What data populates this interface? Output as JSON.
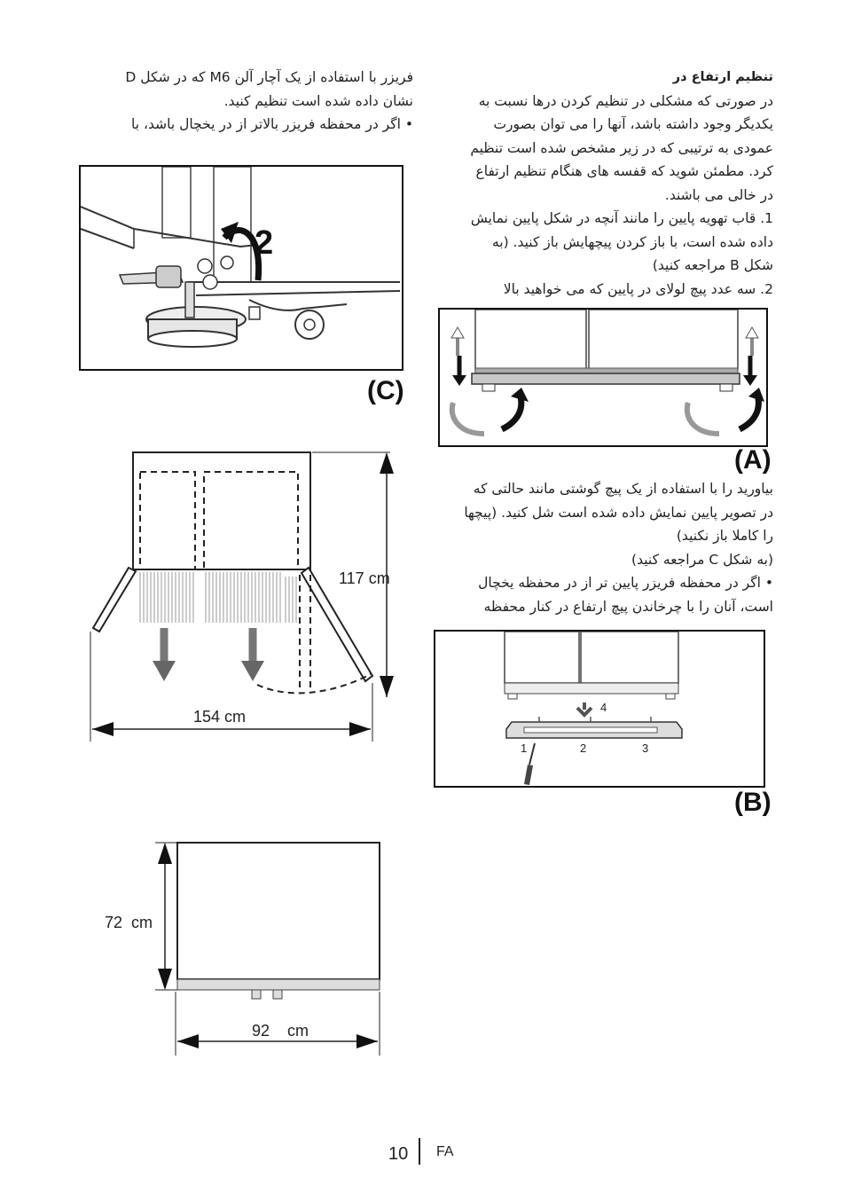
{
  "left_column": {
    "intro_lines": [
      "فریزر با استفاده از یک آچار آلن M6 که در شکل D",
      "نشان داده شده است تنظیم کنید."
    ],
    "bullet_line": "• اگر در محفظه فریزر بالاتر از در یخچال باشد، با"
  },
  "right_column": {
    "title": "تنظیم ارتفاع در",
    "para1_lines": [
      "در صورتی که مشکلی در تنظیم کردن درها نسبت به",
      "یکدیگر وجود داشته باشد، آنها را می توان بصورت",
      "عمودی به ترتیبی که در زیر مشخص شده است تنظیم",
      "کرد.  مطمئن شوید که قفسه های هنگام تنظیم ارتفاع",
      "در خالی می باشند."
    ],
    "step1_lines": [
      "1. قاب تهویه پایین را مانند آنچه در شکل پایین نمایش",
      "داده شده است، با باز کردن پیچهایش باز کنید. (به",
      "شکل B مراجعه کنید)"
    ],
    "step2_line": "2. سه عدد پیچ لولای در پایین که می خواهید بالا",
    "para2_lines": [
      "بیاورید را با استفاده از یک پیچ گوشتی مانند حالتی که",
      "در تصویر پایین نمایش داده شده است شل کنید. (پیچها",
      "را کاملا باز نکنید)"
    ],
    "para3_line": "(به شکل C مراجعه کنید)",
    "bullet_lines": [
      "• اگر در محفظه فریزر پایین تر از در محفظه یخچال",
      "است، آنان را با چرخاندن پیچ ارتفاع در کنار محفظه"
    ]
  },
  "figures": {
    "fig_c_label": "(C)",
    "fig_c_step": "2",
    "fig_a_label": "(A)",
    "fig_b_label": "(B)",
    "fig_b_markers": [
      "1",
      "2",
      "3",
      "4"
    ]
  },
  "dimensions": {
    "height": "117 cm",
    "width_open": "154 cm",
    "depth": "72  cm",
    "width": "92    cm"
  },
  "footer": {
    "page_number": "10",
    "language": "FA"
  }
}
